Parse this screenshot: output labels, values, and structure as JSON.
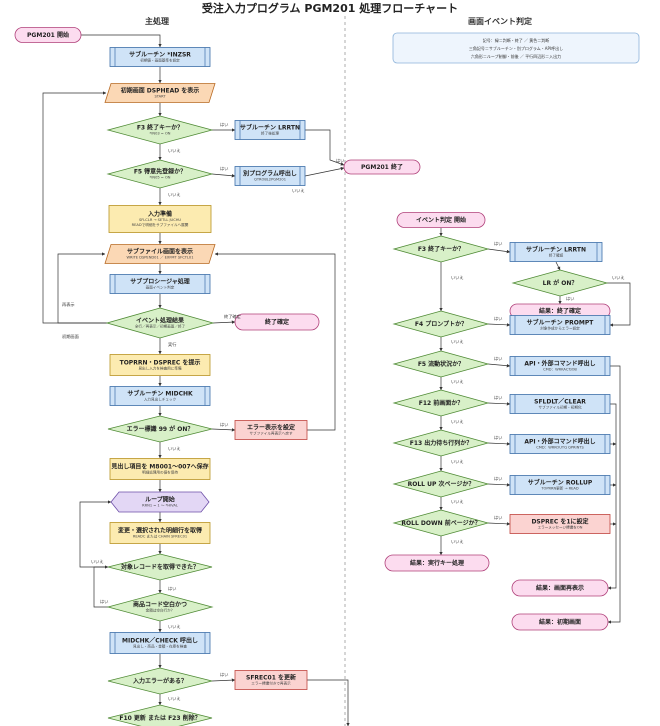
{
  "title": "受注入力プログラム PGM201 処理フローチャート",
  "sections": {
    "main": "主処理",
    "event": "画面イベント判定"
  },
  "legend": [
    "記号：緑＝判断・終了 ／ 黄色＝判断",
    "三角記号＝サブルーチン・別プログラム・API呼出し",
    "六角形＝ループ制御・前後 ／ 平行四辺形＝入出力"
  ],
  "main_nodes": [
    {
      "id": "m_start",
      "shape": "terminal",
      "title": "PGM201 開始",
      "sub": ""
    },
    {
      "id": "m_inzsr",
      "shape": "subroutine",
      "title": "サブルーチン *INZSR",
      "sub": "初期値・画面基準を設定"
    },
    {
      "id": "m_disp",
      "shape": "io",
      "title": "初期画面 DSPHEAD を表示",
      "sub": "START"
    },
    {
      "id": "m_f3",
      "shape": "decision",
      "title": "F3 終了キーか？",
      "sub": "*IN03 = ON"
    },
    {
      "id": "m_lrrtn",
      "shape": "subroutine",
      "title": "サブルーチン LRRTN",
      "sub": "終了後処理"
    },
    {
      "id": "m_f5",
      "shape": "decision",
      "title": "F5 得意先登録か？",
      "sub": "*IN05 = ON"
    },
    {
      "id": "m_call",
      "shape": "subroutine",
      "title": "別プログラム呼出し",
      "sub": "QTROBL2PGM201"
    },
    {
      "id": "m_end",
      "shape": "terminal",
      "title": "PGM201 終了",
      "sub": ""
    },
    {
      "id": "m_read",
      "shape": "process",
      "title": "入力準備",
      "sub": "SFLCLR → SETLL JUCHU\nREADで明細をサブファイルへ展開"
    },
    {
      "id": "m_sfl",
      "shape": "io",
      "title": "サブファイル画面を表示",
      "sub": "WRITE DSPEND01 ／ EXFMT SFCTL01"
    },
    {
      "id": "m_subproc",
      "shape": "subroutine",
      "title": "サブプロシージャ処理",
      "sub": "画面イベント判定"
    },
    {
      "id": "m_evt",
      "shape": "decision",
      "title": "イベント処理結果",
      "sub": "全行／再表示／初期画面／終了"
    },
    {
      "id": "m_endconf",
      "shape": "terminal",
      "title": "終了確定",
      "sub": ""
    },
    {
      "id": "m_topc",
      "shape": "process",
      "title": "TOPRRN・DSPREC を提示",
      "sub": "見出し入力を検査用に準備"
    },
    {
      "id": "m_midchk",
      "shape": "subroutine",
      "title": "サブルーチン MIDCHK",
      "sub": "入力見出しチェック"
    },
    {
      "id": "m_err99",
      "shape": "decision",
      "title": "エラー標識 99 が ON？",
      "sub": ""
    },
    {
      "id": "m_errset",
      "shape": "error",
      "title": "エラー表示を設定",
      "sub": "サブファイル再表示へ戻す"
    },
    {
      "id": "m_save",
      "shape": "process",
      "title": "見出し項目を M8001〜007へ保存",
      "sub": "明細処理用の値を保持"
    },
    {
      "id": "m_loop",
      "shape": "loop",
      "title": "ループ開始",
      "sub": "RRN1 = 1 〜 *HIVAL"
    },
    {
      "id": "m_readc",
      "shape": "process",
      "title": "変更・選択された明細行を取得",
      "sub": "READC または CHAIN SFREC01"
    },
    {
      "id": "m_record",
      "shape": "decision",
      "title": "対象レコードを取得できた？",
      "sub": ""
    },
    {
      "id": "m_item",
      "shape": "decision",
      "title": "商品コード空白かつ",
      "sub": "金額は空白行か？"
    },
    {
      "id": "m_check",
      "shape": "subroutine",
      "title": "MIDCHK／CHECK 呼出し",
      "sub": "見出し・商品・金額・在庫を検査"
    },
    {
      "id": "m_inerr",
      "shape": "decision",
      "title": "入力エラーがある？",
      "sub": ""
    },
    {
      "id": "m_sfrec",
      "shape": "error",
      "title": "SFREC01 を更新",
      "sub": "エラー標識付きで再表示"
    },
    {
      "id": "m_f10",
      "shape": "decision",
      "title": "F10 更新 または F23 削除？",
      "sub": ""
    }
  ],
  "event_nodes": [
    {
      "id": "e_start",
      "shape": "terminal",
      "title": "イベント判定 開始",
      "sub": ""
    },
    {
      "id": "e_f3",
      "shape": "decision",
      "title": "F3 終了キーか？",
      "sub": ""
    },
    {
      "id": "e_lrrtn",
      "shape": "subroutine",
      "title": "サブルーチン LRRTN",
      "sub": "終了確認"
    },
    {
      "id": "e_lr",
      "shape": "decision",
      "title": "LR が ON？",
      "sub": ""
    },
    {
      "id": "e_endconf",
      "shape": "terminal",
      "title": "結果：終了確定",
      "sub": ""
    },
    {
      "id": "e_f4",
      "shape": "decision",
      "title": "F4 プロンプトか？",
      "sub": ""
    },
    {
      "id": "e_prompt",
      "shape": "subroutine",
      "title": "サブルーチン PROMPT",
      "sub": "対象作成からエラー設定"
    },
    {
      "id": "e_f5",
      "shape": "decision",
      "title": "F5 流動状況か？",
      "sub": ""
    },
    {
      "id": "e_api1",
      "shape": "subroutine",
      "title": "API・外部コマンド呼出し",
      "sub": "CMD：WRKACTJOB"
    },
    {
      "id": "e_f12",
      "shape": "decision",
      "title": "F12 前画面か？",
      "sub": ""
    },
    {
      "id": "e_clear",
      "shape": "subroutine",
      "title": "SFLDLT／CLEAR",
      "sub": "サブファイル初期・初期化"
    },
    {
      "id": "e_f13",
      "shape": "decision",
      "title": "F13 出力待ち行列か？",
      "sub": ""
    },
    {
      "id": "e_api2",
      "shape": "subroutine",
      "title": "API・外部コマンド呼出し",
      "sub": "CMD：WRKOUTQ QPRINTS"
    },
    {
      "id": "e_rollup",
      "shape": "decision",
      "title": "ROLL UP 次ページか？",
      "sub": ""
    },
    {
      "id": "e_rollupsr",
      "shape": "subroutine",
      "title": "サブルーチン ROLLUP",
      "sub": "TOPRRN更新 → READ"
    },
    {
      "id": "e_rolldown",
      "shape": "decision",
      "title": "ROLL DOWN 前ページか？",
      "sub": ""
    },
    {
      "id": "e_dsprec",
      "shape": "error",
      "title": "DSPREC を1に設定",
      "sub": "エラーメッセージ標識をON"
    },
    {
      "id": "e_exec",
      "shape": "terminal",
      "title": "結果：実行キー処理",
      "sub": ""
    },
    {
      "id": "e_redisp",
      "shape": "terminal",
      "title": "結果：画面再表示",
      "sub": ""
    },
    {
      "id": "e_init",
      "shape": "terminal",
      "title": "結果：初期画面",
      "sub": ""
    }
  ],
  "edge_labels": {
    "yes": "はい",
    "no": "いいえ",
    "redisplay": "再表示",
    "initial": "初期画面",
    "endconf": "終了確定",
    "exec": "実行"
  },
  "colors": {
    "terminal_fill": "#fcdcef",
    "terminal_stroke": "#b0407a",
    "subroutine_fill": "#cfe3f7",
    "subroutine_stroke": "#3d6fa8",
    "io_fill": "#fbd8b5",
    "io_stroke": "#b86a23",
    "decision_fill": "#d8f0c8",
    "decision_stroke": "#4f8a35",
    "process_fill": "#fcebb0",
    "process_stroke": "#b89324",
    "error_fill": "#fbd3d1",
    "error_stroke": "#c0443e",
    "loop_fill": "#e3d7f5",
    "loop_stroke": "#6d4fa8",
    "legend_fill": "#eef5fd",
    "legend_stroke": "#8db3da"
  }
}
